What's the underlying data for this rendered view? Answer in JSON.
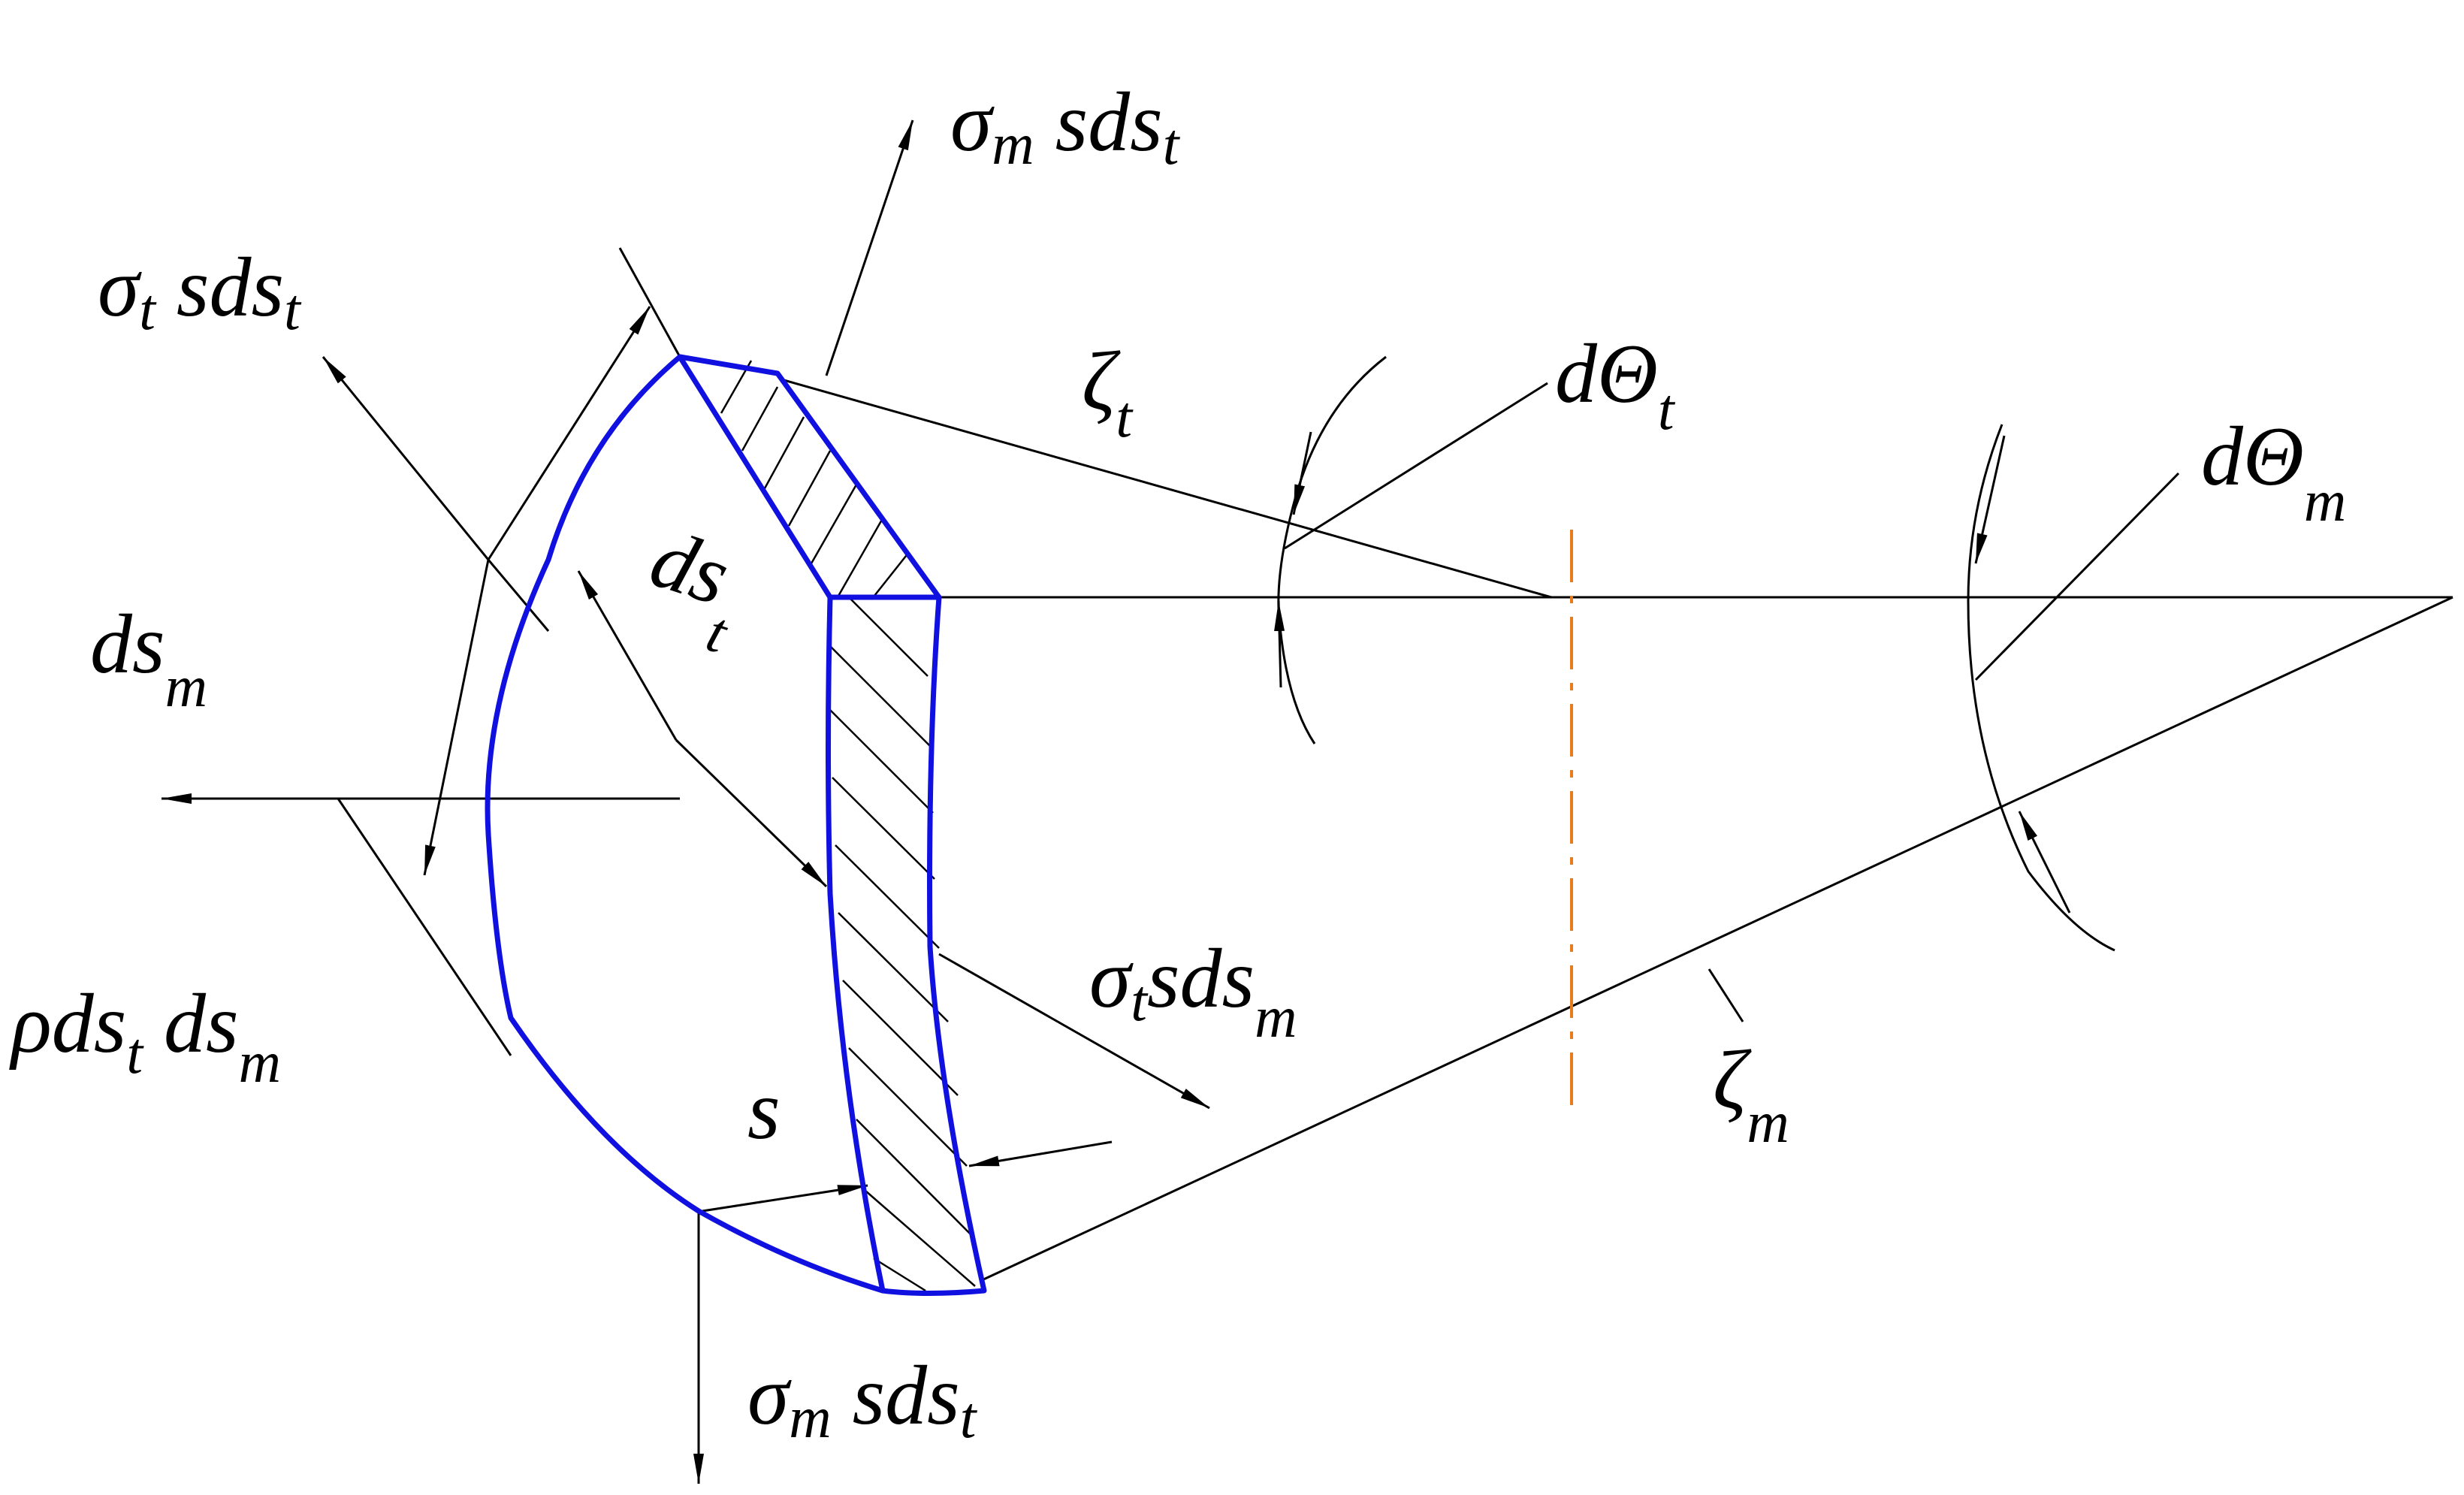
{
  "labels": {
    "sigma_m_top": {
      "main": "σ",
      "sub1": "m",
      "mid": " sds",
      "sub2": "t"
    },
    "sigma_t_left": {
      "main": "σ",
      "sub1": "t",
      "mid": " sds",
      "sub2": "t"
    },
    "zeta_t": {
      "main": "ζ",
      "sub1": "t"
    },
    "dtheta_t": {
      "main": "dΘ",
      "sub1": "t"
    },
    "dtheta_m": {
      "main": "dΘ",
      "sub1": "m"
    },
    "ds_t": {
      "main": "ds",
      "sub1": "t"
    },
    "ds_m": {
      "main": "ds",
      "sub1": "m"
    },
    "rho": {
      "main": "ρds",
      "sub1": "t",
      "mid": " ds",
      "sub2": "m"
    },
    "sigma_t_right": {
      "main": "σ",
      "sub1": "t",
      "mid": "sds",
      "sub2": "m"
    },
    "s": {
      "main": "s"
    },
    "zeta_m": {
      "main": "ζ",
      "sub1": "m"
    },
    "sigma_m_bottom": {
      "main": "σ",
      "sub1": "m",
      "mid": " sds",
      "sub2": "t"
    }
  },
  "colors": {
    "outline": "#1010e0",
    "axis": "#e87b1c",
    "line": "#000000"
  }
}
